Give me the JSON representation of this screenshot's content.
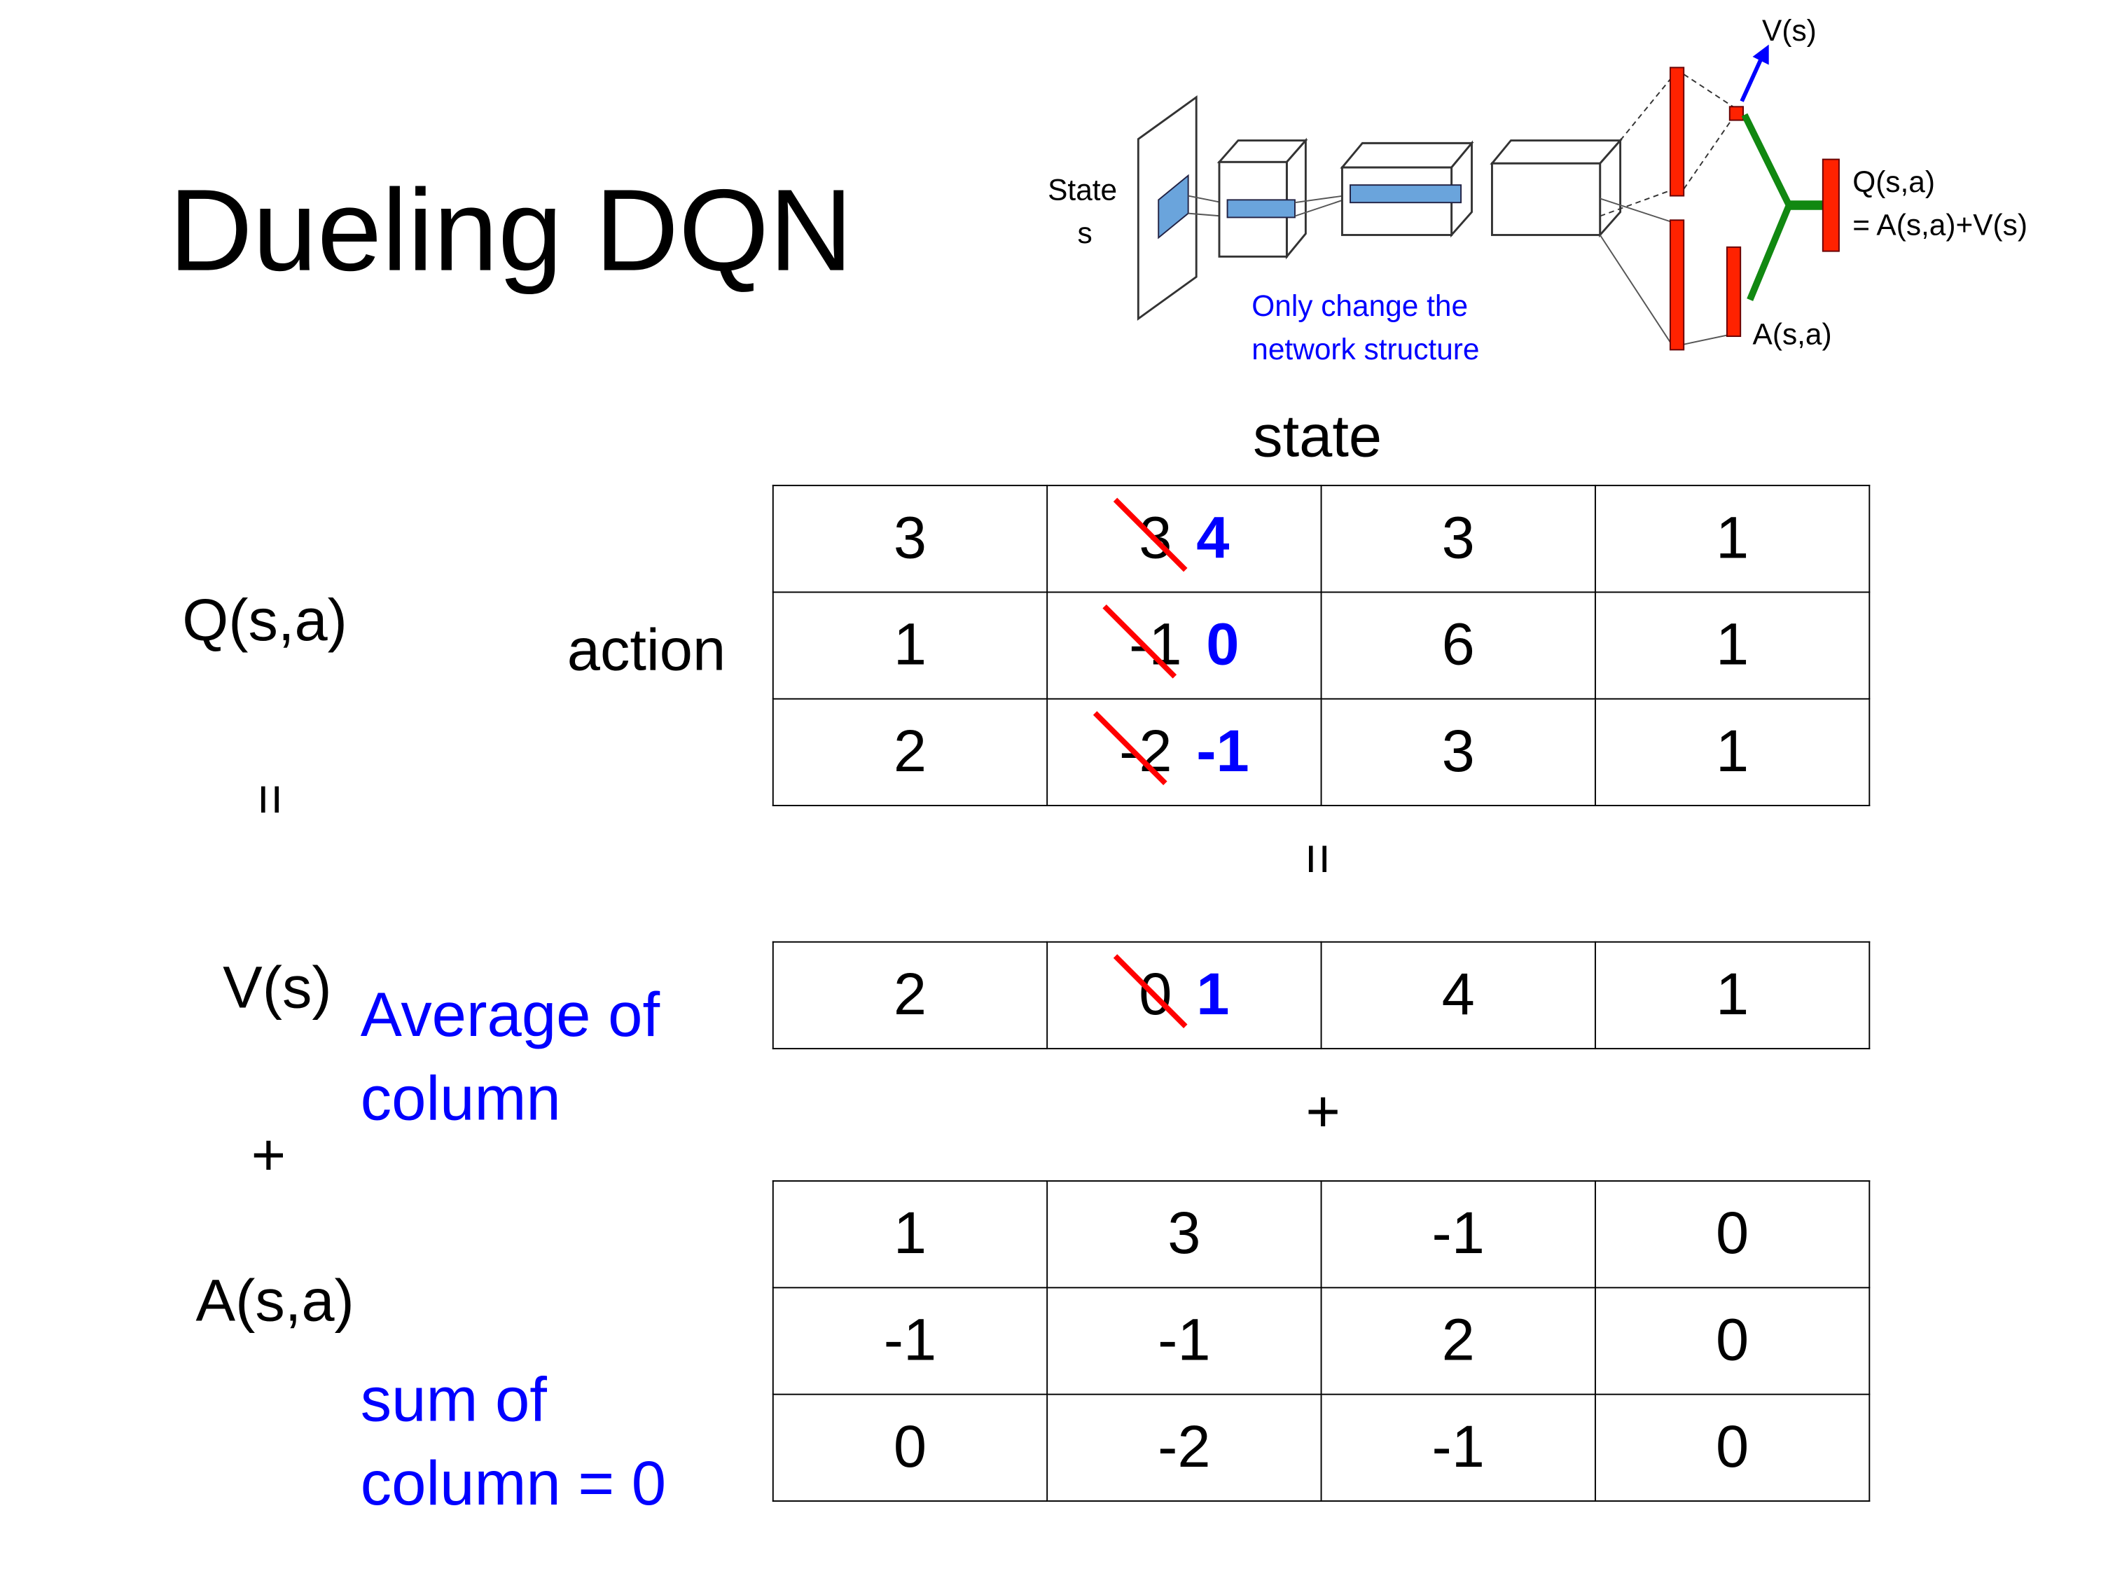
{
  "title": "Dueling DQN",
  "diagram": {
    "state_label": "State",
    "state_var": "s",
    "value_label": "V(s)",
    "q_label": "Q(s,a)",
    "q_formula": "= A(s,a)+V(s)",
    "advantage_label": "A(s,a)",
    "note_line1": "Only change the",
    "note_line2": "network structure",
    "colors": {
      "layer": "#ff2200",
      "conv": "#6aa4dc",
      "value_arrow": "#0000ff",
      "merge": "#118811"
    }
  },
  "labels": {
    "state": "state",
    "action": "action",
    "q": "Q(s,a)",
    "equals": "=",
    "v": "V(s)",
    "plus": "+",
    "a": "A(s,a)",
    "v_note_line1": "Average of",
    "v_note_line2": "column",
    "a_note_line1": "sum of",
    "a_note_line2": "column = 0"
  },
  "q_table": [
    [
      {
        "v": "3"
      },
      {
        "old": "3",
        "new": "4"
      },
      {
        "v": "3"
      },
      {
        "v": "1"
      }
    ],
    [
      {
        "v": "1"
      },
      {
        "old": "-1",
        "new": "0"
      },
      {
        "v": "6"
      },
      {
        "v": "1"
      }
    ],
    [
      {
        "v": "2"
      },
      {
        "old": "-2",
        "new": "-1"
      },
      {
        "v": "3"
      },
      {
        "v": "1"
      }
    ]
  ],
  "v_table": [
    [
      {
        "v": "2"
      },
      {
        "old": "0",
        "new": "1"
      },
      {
        "v": "4"
      },
      {
        "v": "1"
      }
    ]
  ],
  "a_table": [
    [
      {
        "v": "1"
      },
      {
        "v": "3"
      },
      {
        "v": "-1"
      },
      {
        "v": "0"
      }
    ],
    [
      {
        "v": "-1"
      },
      {
        "v": "-1"
      },
      {
        "v": "2"
      },
      {
        "v": "0"
      }
    ],
    [
      {
        "v": "0"
      },
      {
        "v": "-2"
      },
      {
        "v": "-1"
      },
      {
        "v": "0"
      }
    ]
  ]
}
